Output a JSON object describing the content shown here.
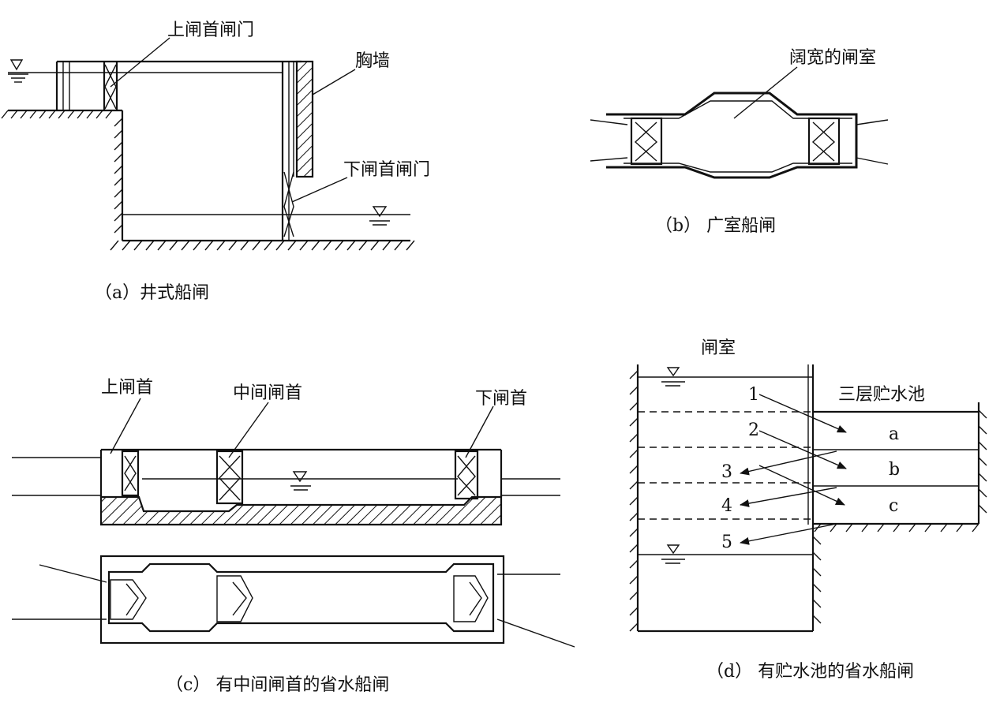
{
  "panel_a": {
    "upper_gate_label": "上闸首闸门",
    "breast_wall_label": "胸墙",
    "lower_gate_label": "下闸首闸门",
    "caption": "（a）井式船闸"
  },
  "panel_b": {
    "chamber_label": "阔宽的闸室",
    "caption": "（b） 广室船闸"
  },
  "panel_c": {
    "upper_head_label": "上闸首",
    "middle_head_label": "中间闸首",
    "lower_head_label": "下闸首",
    "caption": "（c） 有中间闸首的省水船闸"
  },
  "panel_d": {
    "chamber_label": "闸室",
    "basin_label": "三层贮水池",
    "layers": [
      "a",
      "b",
      "c"
    ],
    "levels": [
      "1",
      "2",
      "3",
      "4",
      "5"
    ],
    "caption": "（d） 有贮水池的省水船闸"
  },
  "icons": [
    "water-level-icon"
  ]
}
